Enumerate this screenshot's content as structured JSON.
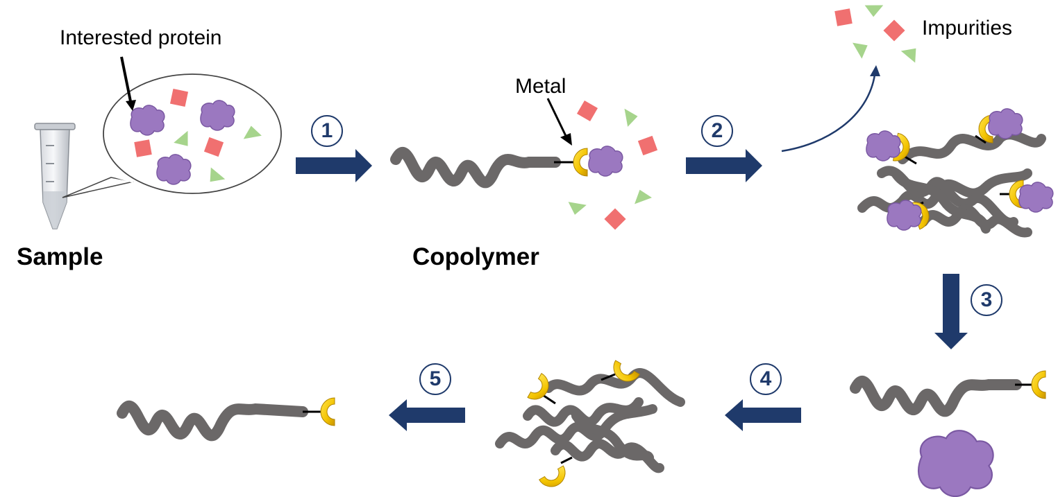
{
  "labels": {
    "interested_protein": "Interested protein",
    "sample": "Sample",
    "metal": "Metal",
    "copolymer": "Copolymer",
    "impurities": "Impurities"
  },
  "steps": [
    "1",
    "2",
    "3",
    "4",
    "5"
  ],
  "colors": {
    "arrow": "#1f3a6b",
    "polymer": "#6b6868",
    "metal": "#f3c300",
    "protein": "#9b78c0",
    "impurity_square": "#f07070",
    "impurity_triangle": "#a6d48c"
  }
}
